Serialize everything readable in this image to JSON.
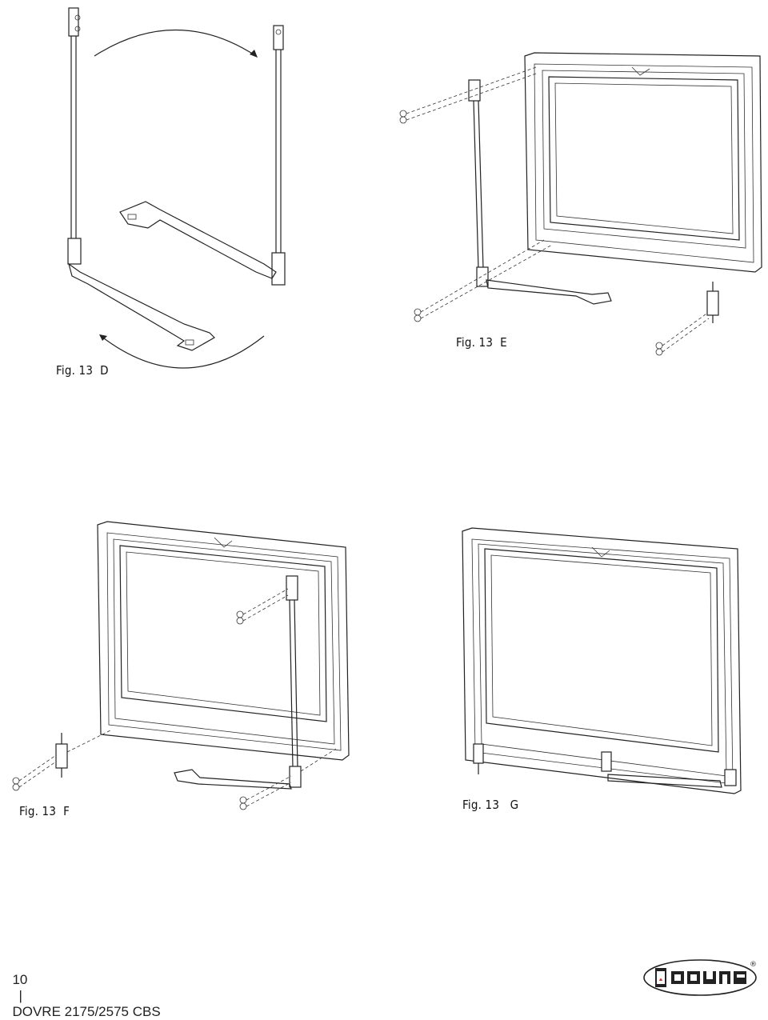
{
  "figures": {
    "d": {
      "caption": "Fig. 13  D"
    },
    "e": {
      "caption": "Fig. 13  E"
    },
    "f": {
      "caption": "Fig. 13  F"
    },
    "g": {
      "caption": "Fig. 13   G"
    }
  },
  "footer": {
    "page_number": "10",
    "separator": "|",
    "title": "DOVRE 2175/2575 CBS"
  },
  "logo": {
    "text": "DOVRE",
    "registered": "®",
    "accent_color": "#d62a1e"
  }
}
